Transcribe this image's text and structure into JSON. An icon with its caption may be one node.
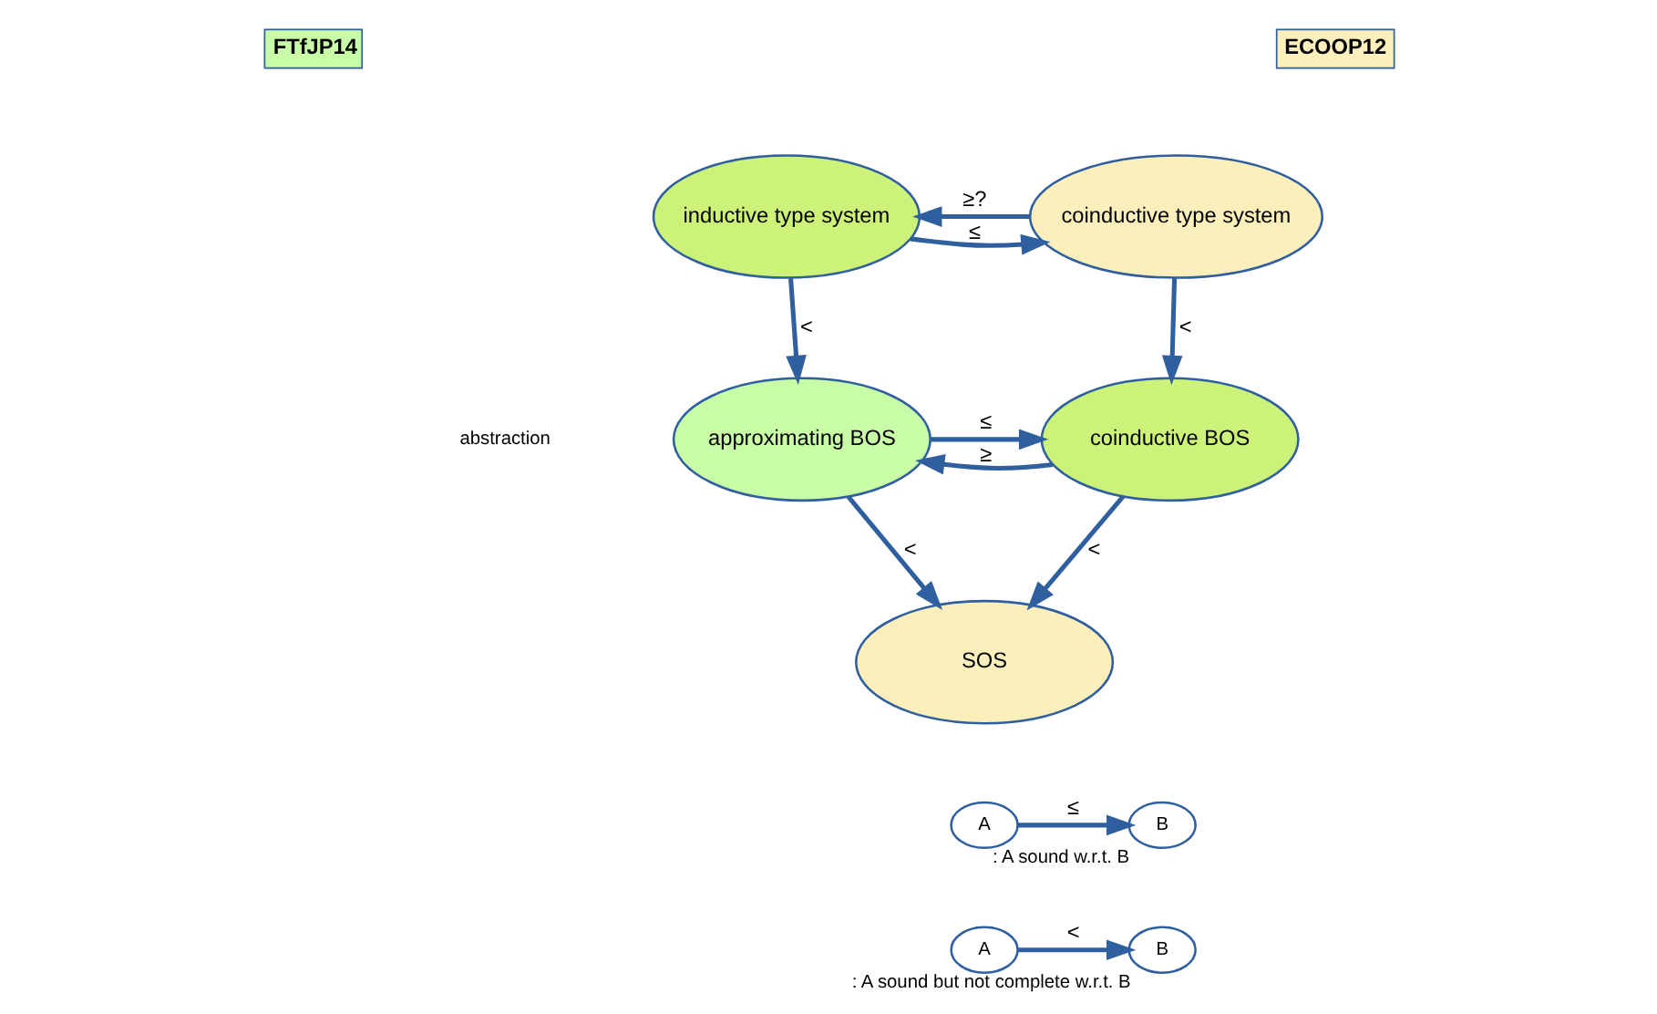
{
  "diagram": {
    "nodes": [
      {
        "text": [
          "inductive type system"
        ]
      },
      {
        "text": [
          "coinductive type system"
        ]
      },
      {
        "text": [
          "approximating BOS"
        ]
      },
      {
        "text": [
          "coinductive BOS"
        ]
      },
      {
        "text": [
          "SOS"
        ]
      },
      {
        "text": [
          "A"
        ]
      },
      {
        "text": [
          "B"
        ],
        "beside": [
          ": A sound w.r.t. B"
        ]
      },
      {
        "text": [
          "A"
        ]
      },
      {
        "text": [
          "B"
        ],
        "beside": [
          ": A sound but not complete w.r.t. B"
        ]
      }
    ],
    "edges": [
      {
        "from": 0,
        "to": 1,
        "arrow": "to",
        "label": "≤"
      },
      {
        "from": 1,
        "to": 0,
        "arrow": "to",
        "label": "≥?"
      },
      {
        "from": 0,
        "to": 2,
        "arrow": "to",
        "label": "<"
      },
      {
        "from": 1,
        "to": 3,
        "arrow": "to",
        "label": "<"
      },
      {
        "from": 2,
        "to": 3,
        "arrow": "to",
        "label": "≤"
      },
      {
        "from": 3,
        "to": 2,
        "arrow": "to",
        "label": "≥"
      },
      {
        "from": 2,
        "to": 4,
        "arrow": "to",
        "label": "<"
      },
      {
        "from": 3,
        "to": 4,
        "arrow": "to",
        "label": "<"
      },
      {
        "from": 5,
        "to": 6,
        "arrow": "to",
        "label": "≤"
      },
      {
        "from": 7,
        "to": 8,
        "arrow": "to",
        "label": "<"
      }
    ],
    "labels": [
      "abstraction"
    ],
    "legend": [
      {
        "text": "FTfJP14",
        "color": "#c8fca6"
      },
      {
        "text": "ECOOP12",
        "color": "#fdefbb"
      }
    ]
  }
}
